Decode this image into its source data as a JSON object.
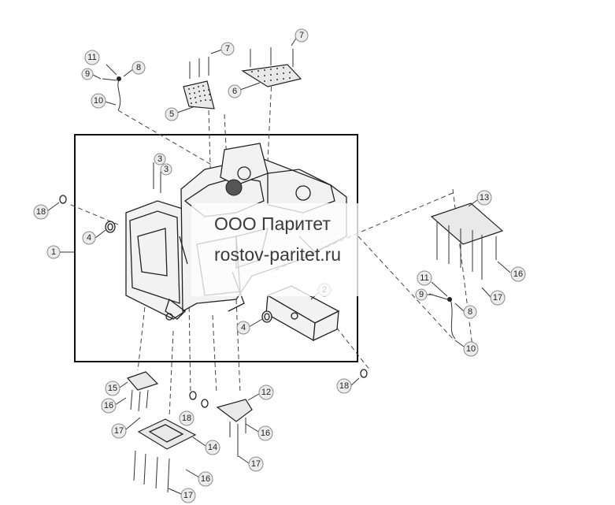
{
  "watermark": {
    "company": "ООО Паритет",
    "site": "rostov-paritet.ru"
  },
  "callouts": {
    "c1": "1",
    "c2": "2",
    "c3a": "3",
    "c3b": "3",
    "c4a": "4",
    "c4b": "4",
    "c5": "5",
    "c6": "6",
    "c7a": "7",
    "c7b": "7",
    "c8a": "8",
    "c8b": "8",
    "c9a": "9",
    "c9b": "9",
    "c10a": "10",
    "c10b": "10",
    "c11a": "11",
    "c11b": "11",
    "c12": "12",
    "c13": "13",
    "c14": "14",
    "c15": "15",
    "c16a": "16",
    "c16b": "16",
    "c16c": "16",
    "c16d": "16",
    "c17a": "17",
    "c17b": "17",
    "c17c": "17",
    "c17d": "17",
    "c18a": "18",
    "c18b": "18",
    "c18c": "18"
  }
}
